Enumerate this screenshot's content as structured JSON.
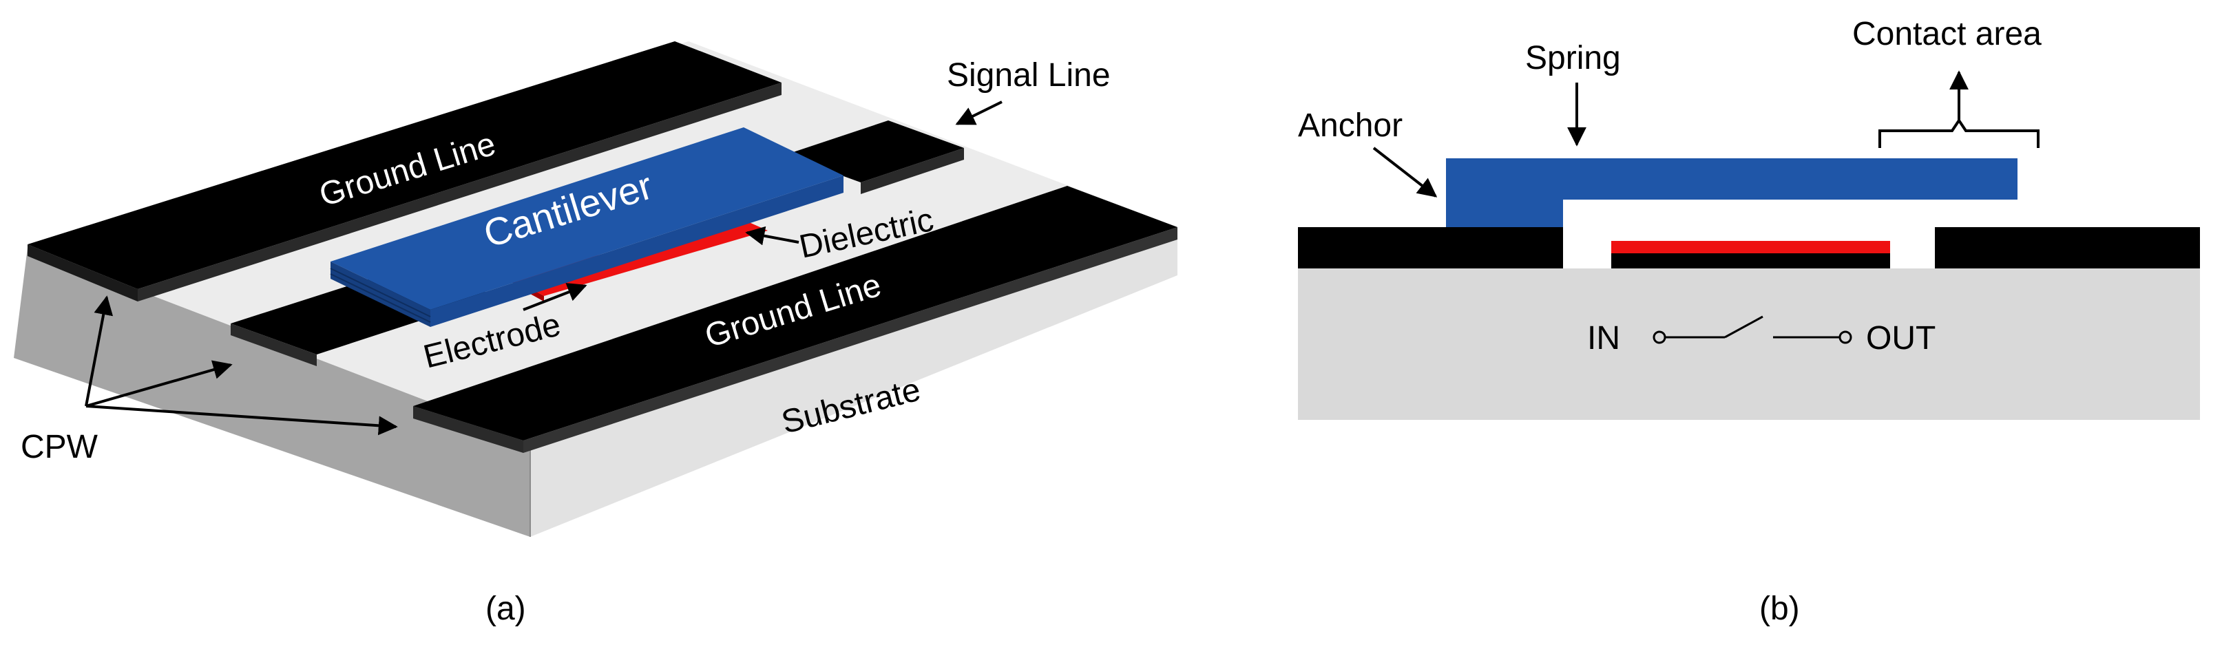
{
  "colors": {
    "metal": "#000000",
    "substrate_top": "#ececec",
    "substrate_side_light": "#dedede",
    "substrate_side_dark": "#9a9a9a",
    "cantilever": "#1f56a8",
    "cantilever_side": "#163f80",
    "dielectric": "#ee1111",
    "section_substrate": "#d9d9d9",
    "background": "#ffffff"
  },
  "panel_a": {
    "caption": "(a)",
    "labels": {
      "ground_line_back": "Ground Line",
      "ground_line_front": "Ground Line",
      "cantilever": "Cantilever",
      "signal_line": "Signal Line",
      "dielectric": "Dielectric",
      "electrode": "Electrode",
      "substrate": "Substrate",
      "cpw": "CPW"
    }
  },
  "panel_b": {
    "caption": "(b)",
    "labels": {
      "anchor": "Anchor",
      "spring": "Spring",
      "contact_area": "Contact area",
      "in": "IN",
      "out": "OUT"
    }
  }
}
